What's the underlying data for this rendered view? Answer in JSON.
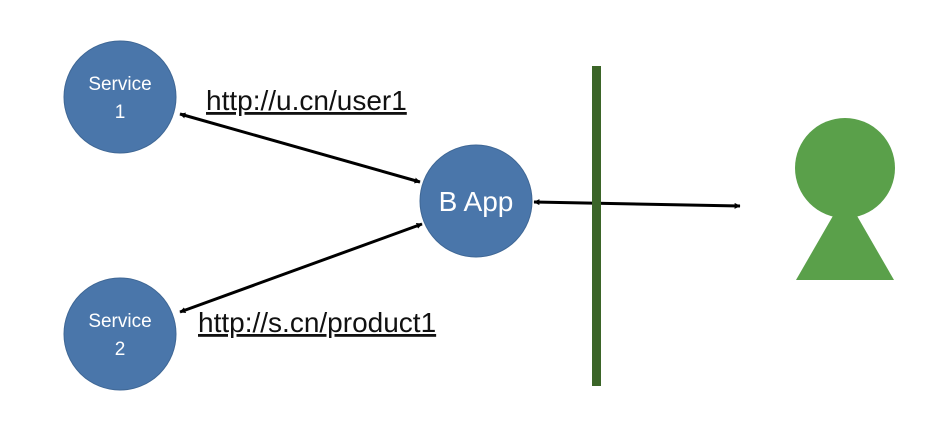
{
  "nodes": {
    "service1": {
      "line1": "Service",
      "line2": "1"
    },
    "service2": {
      "line1": "Service",
      "line2": "2"
    },
    "bapp": {
      "label": "B App"
    }
  },
  "links": {
    "user_url": "http://u.cn/user1",
    "product_url": "http://s.cn/product1"
  },
  "colors": {
    "node_fill": "#4a76aa",
    "firewall": "#3b6528",
    "user_figure": "#5aa04a",
    "arrow": "#000000"
  },
  "icons": {
    "user": "keyhole-user-icon"
  }
}
